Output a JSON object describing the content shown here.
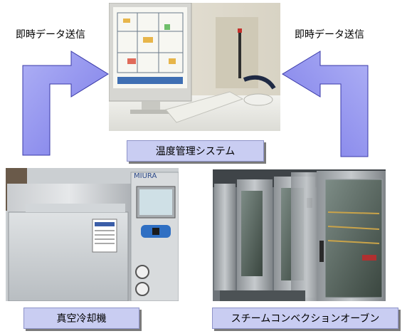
{
  "labels": {
    "left_arrow": "即時データ送信",
    "right_arrow": "即時データ送信",
    "system": "温度管理システム",
    "cooler": "真空冷却機",
    "oven": "スチームコンベクションオーブン"
  },
  "colors": {
    "arrow_fill": "#7f7ff0",
    "arrow_stroke": "#3a3aa8",
    "label_bg": "#c9cdf2"
  },
  "photos": {
    "top": "computer-monitor-photo",
    "left": "vacuum-cooler-photo",
    "right": "steam-oven-photo"
  }
}
